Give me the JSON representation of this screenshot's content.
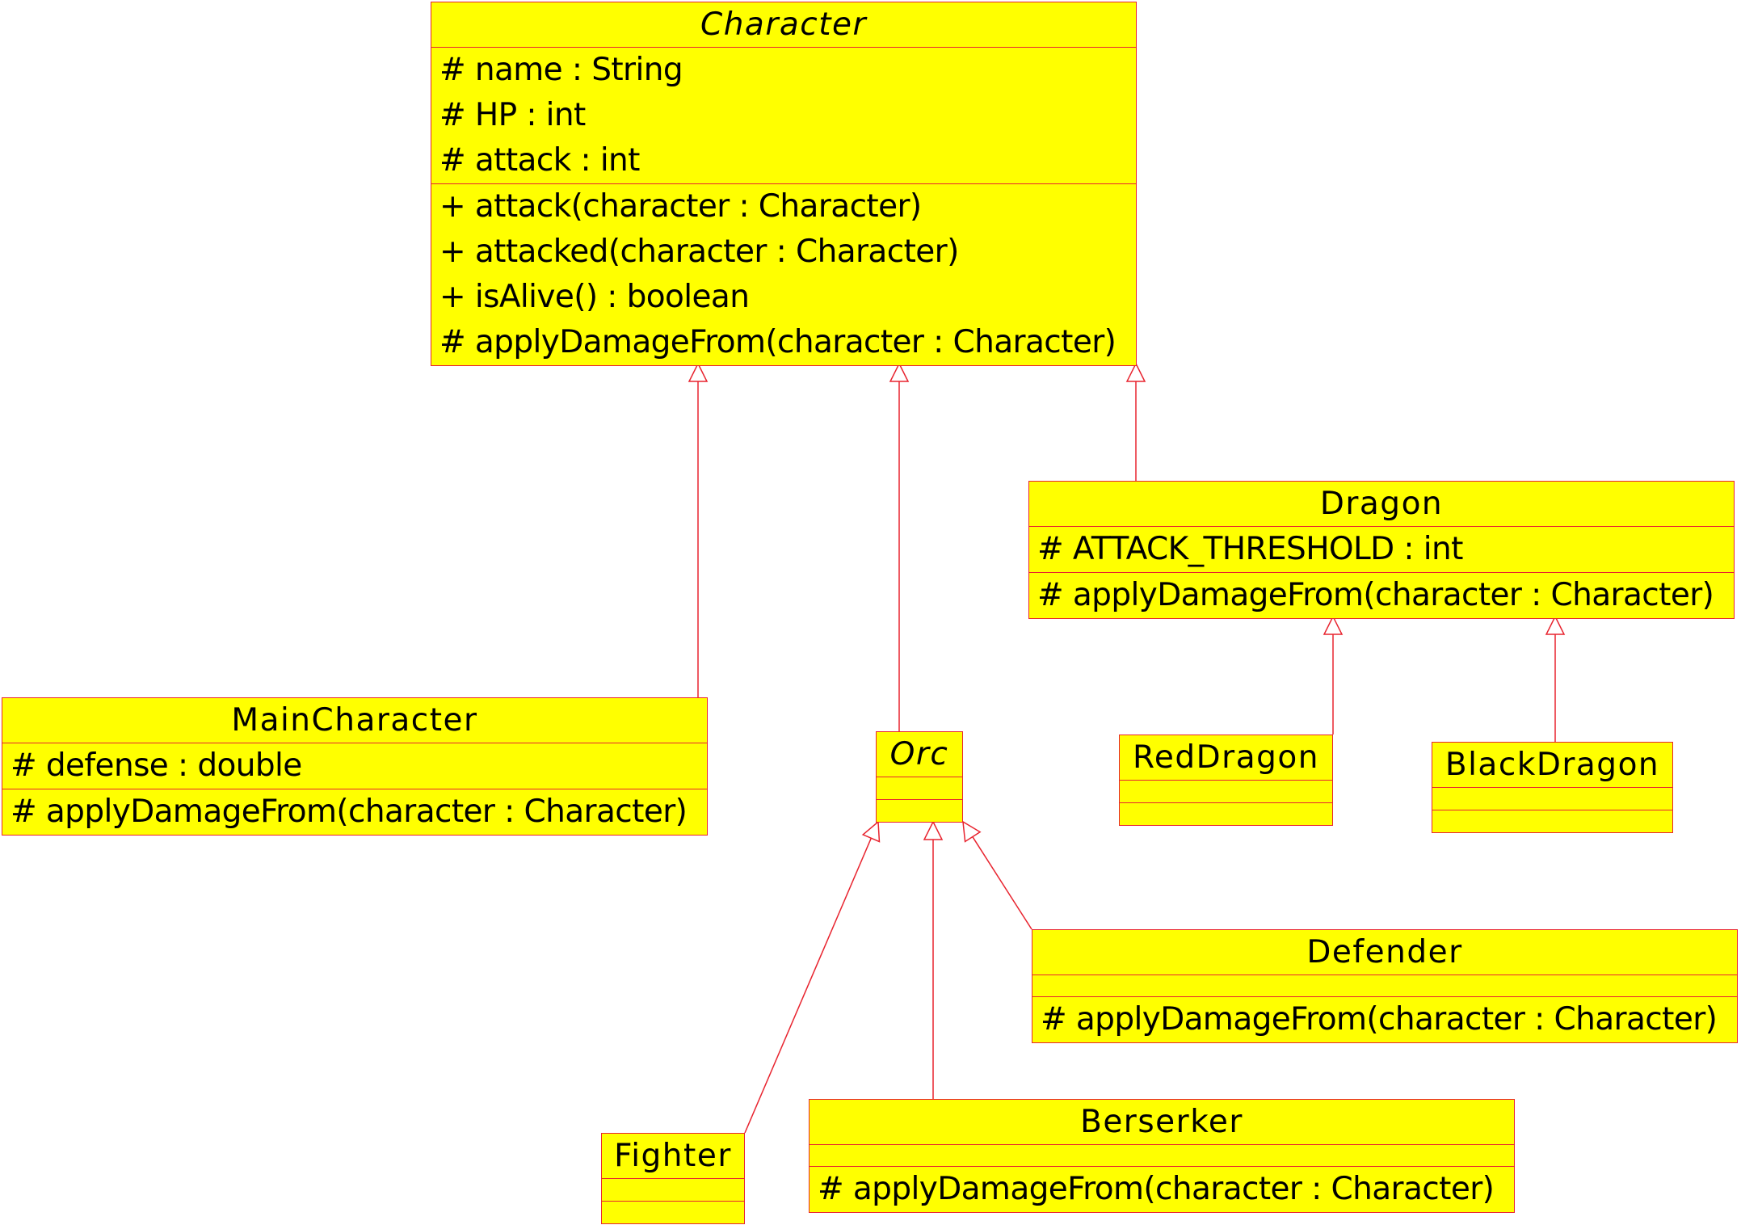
{
  "colors": {
    "fill": "#ffff00",
    "stroke": "#e8242f",
    "text": "#000000"
  },
  "classes": {
    "character": {
      "name": "Character",
      "abstract": true,
      "attributes": [
        "# name : String",
        "# HP : int",
        "# attack : int"
      ],
      "operations": [
        "+ attack(character : Character)",
        "+ attacked(character : Character)",
        "+ isAlive() : boolean",
        "# applyDamageFrom(character : Character)"
      ]
    },
    "dragon": {
      "name": "Dragon",
      "abstract": false,
      "attributes": [
        "# ATTACK_THRESHOLD : int"
      ],
      "operations": [
        "# applyDamageFrom(character : Character)"
      ]
    },
    "main_character": {
      "name": "MainCharacter",
      "abstract": false,
      "attributes": [
        "# defense : double"
      ],
      "operations": [
        "# applyDamageFrom(character : Character)"
      ]
    },
    "orc": {
      "name": "Orc",
      "abstract": true,
      "attributes": [],
      "operations": []
    },
    "red_dragon": {
      "name": "RedDragon",
      "abstract": false,
      "attributes": [],
      "operations": []
    },
    "black_dragon": {
      "name": "BlackDragon",
      "abstract": false,
      "attributes": [],
      "operations": []
    },
    "defender": {
      "name": "Defender",
      "abstract": false,
      "attributes": [],
      "operations": [
        "# applyDamageFrom(character : Character)"
      ]
    },
    "berserker": {
      "name": "Berserker",
      "abstract": false,
      "attributes": [],
      "operations": [
        "# applyDamageFrom(character : Character)"
      ]
    },
    "fighter": {
      "name": "Fighter",
      "abstract": false,
      "attributes": [],
      "operations": []
    }
  },
  "generalizations": [
    {
      "child": "main_character",
      "parent": "character"
    },
    {
      "child": "orc",
      "parent": "character"
    },
    {
      "child": "dragon",
      "parent": "character"
    },
    {
      "child": "red_dragon",
      "parent": "dragon"
    },
    {
      "child": "black_dragon",
      "parent": "dragon"
    },
    {
      "child": "fighter",
      "parent": "orc"
    },
    {
      "child": "berserker",
      "parent": "orc"
    },
    {
      "child": "defender",
      "parent": "orc"
    }
  ]
}
